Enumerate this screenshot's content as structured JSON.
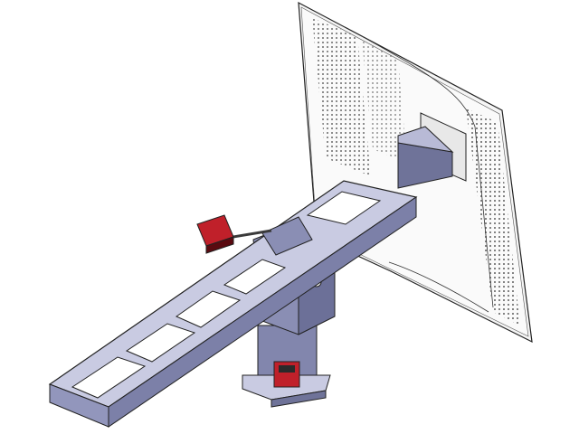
{
  "scene": {
    "description_type": "cad-render",
    "colors": {
      "background": "#ffffff",
      "monitor": "#f4f4f4",
      "monitor_outline": "#222222",
      "arm_top": "#c9cbe2",
      "arm_side": "#7c80a8",
      "arm_dark": "#4d5078",
      "motor": "#c0202a",
      "shaft": "#3a3a3a"
    },
    "parts": [
      "monitor",
      "mount-post",
      "arm-beam",
      "pivot-housing",
      "pedestal",
      "servo-motor-top",
      "servo-motor-base"
    ]
  }
}
